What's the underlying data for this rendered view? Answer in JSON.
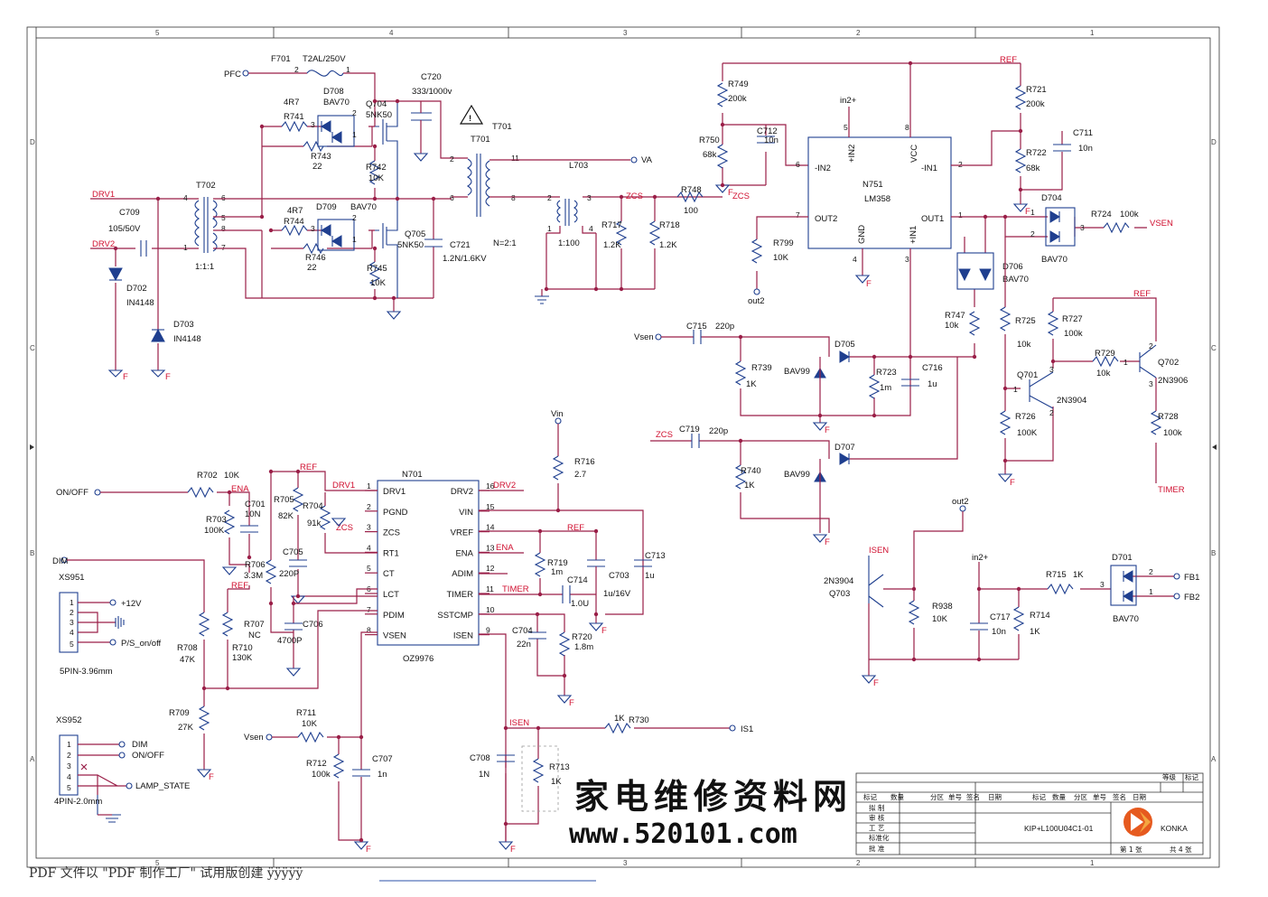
{
  "frame": {
    "column_markers": [
      "5",
      "4",
      "3",
      "2",
      "1"
    ],
    "row_markers": [
      "D",
      "C",
      "B",
      "A"
    ]
  },
  "nets": {
    "pfc": "PFC",
    "drv1": "DRV1",
    "drv2": "DRV2",
    "va": "VA",
    "zcs": "ZCS",
    "ref": "REF",
    "in2p": "in2+",
    "vsen_out": "VSEN",
    "vsen_in": "Vsen",
    "out2": "out2",
    "timer": "TIMER",
    "vin": "Vin",
    "ena": "ENA",
    "onoff": "ON/OFF",
    "dim": "DIM",
    "isen": "ISEN",
    "is1": "IS1",
    "fb1": "FB1",
    "fb2": "FB2"
  },
  "components": {
    "f701": "F701",
    "f701v": "T2AL/250V",
    "c720": "C720",
    "c720v": "333/1000v",
    "t701": "T701",
    "t701n": "N=2:1",
    "t702": "T702",
    "t702n": "1:1:1",
    "c709": "C709",
    "c709v": "105/50V",
    "d702": "D702",
    "d702v": "IN4148",
    "d703": "D703",
    "d703v": "IN4148",
    "r741v": "4R7",
    "r741": "R741",
    "r743": "R743",
    "r743v": "22",
    "d708": "D708",
    "d708v": "BAV70",
    "q704": "Q704",
    "q704v": "5NK50",
    "r742": "R742",
    "r742v": "10K",
    "r744v": "4R7",
    "r744": "R744",
    "r746": "R746",
    "r746v": "22",
    "d709": "D709",
    "d709v": "BAV70",
    "q705": "Q705",
    "q705v": "5NK50",
    "r745": "R745",
    "r745v": "10K",
    "c721": "C721",
    "c721v": "1.2N/1.6KV",
    "l703": "L703",
    "ct_ratio": "1:100",
    "r717": "R717",
    "r717v": "1.2K",
    "r718": "R718",
    "r718v": "1.2K",
    "r748": "R748",
    "r748v": "100",
    "r749": "R749",
    "r749v": "200k",
    "r750": "R750",
    "r750v": "68k",
    "c712": "C712",
    "c712v": "10n",
    "n751": "N751",
    "n751v": "LM358",
    "r799": "R799",
    "r799v": "10K",
    "r721": "R721",
    "r721v": "200k",
    "r722": "R722",
    "r722v": "68k",
    "c711": "C711",
    "c711v": "10n",
    "d704": "D704",
    "d704v": "BAV70",
    "r724": "R724",
    "r724v": "100k",
    "d706": "D706",
    "d706v": "BAV70",
    "r747": "R747",
    "r747v": "10k",
    "c715": "C715",
    "c715v": "220p",
    "r739": "R739",
    "r739v": "1K",
    "d705": "D705",
    "bav99": "BAV99",
    "r723": "R723",
    "r723v": "1m",
    "c716": "C716",
    "c716v": "1u",
    "c719": "C719",
    "c719v": "220p",
    "r740": "R740",
    "r740v": "1K",
    "d707": "D707",
    "r725": "R725",
    "r725v": "10k",
    "r727": "R727",
    "r727v": "100k",
    "r729": "R729",
    "r729v": "10k",
    "q701": "Q701",
    "q701v": "2N3904",
    "q702": "Q702",
    "q702v": "2N3906",
    "r726": "R726",
    "r726v": "100K",
    "r728": "R728",
    "r728v": "100k",
    "r702": "R702",
    "r702v": "10K",
    "c701": "C701",
    "c701v": "10N",
    "r703": "R703",
    "r703v": "100K",
    "r705": "R705",
    "r705v": "82K",
    "r704": "R704",
    "r704v": "91k",
    "r706": "R706",
    "r706v": "3.3M",
    "c705": "C705",
    "c705v": "220P",
    "r707": "R707",
    "r707v": "NC",
    "c706": "C706",
    "c706v": "4700P",
    "r708": "R708",
    "r708v": "47K",
    "r710": "R710",
    "r710v": "130K",
    "r709": "R709",
    "r709v": "27K",
    "n701": "N701",
    "n701v": "OZ9976",
    "r716": "R716",
    "r716v": "2.7",
    "r719": "R719",
    "r719v": "1m",
    "c714": "C714",
    "c714v": "1.0U",
    "c703": "C703",
    "c703v": "1u/16V",
    "c713": "C713",
    "c713v": "1u",
    "c704": "C704",
    "c704v": "22n",
    "r720": "R720",
    "r720v": "1.8m",
    "r711": "R711",
    "r711v": "10K",
    "r712": "R712",
    "r712v": "100k",
    "c707": "C707",
    "c707v": "1n",
    "c708": "C708",
    "c708v": "1N",
    "r713": "R713",
    "r713v": "1K",
    "r730": "R730",
    "r730v": "1K",
    "q703": "Q703",
    "q703v": "2N3904",
    "r938": "R938",
    "r938v": "10K",
    "c717": "C717",
    "c717v": "10n",
    "r714": "R714",
    "r714v": "1K",
    "r715": "R715",
    "r715v": "1K",
    "d701": "D701",
    "d701v": "BAV70"
  },
  "ic_pins": {
    "left": [
      {
        "num": "1",
        "name": "DRV1"
      },
      {
        "num": "2",
        "name": "PGND"
      },
      {
        "num": "3",
        "name": "ZCS"
      },
      {
        "num": "4",
        "name": "RT1"
      },
      {
        "num": "5",
        "name": "CT"
      },
      {
        "num": "6",
        "name": "LCT"
      },
      {
        "num": "7",
        "name": "PDIM"
      },
      {
        "num": "8",
        "name": "VSEN"
      }
    ],
    "right": [
      {
        "num": "16",
        "name": "DRV2"
      },
      {
        "num": "15",
        "name": "VIN"
      },
      {
        "num": "14",
        "name": "VREF"
      },
      {
        "num": "13",
        "name": "ENA"
      },
      {
        "num": "12",
        "name": "ADIM"
      },
      {
        "num": "11",
        "name": "TIMER"
      },
      {
        "num": "10",
        "name": "SSTCMP"
      },
      {
        "num": "9",
        "name": "ISEN"
      }
    ]
  },
  "opamp_pins": {
    "in2m": "-IN2",
    "in2p": "+IN2",
    "vcc": "VCC",
    "in1m": "-IN1",
    "out2": "OUT2",
    "gnd": "GND",
    "in1p": "+IN1",
    "out1": "OUT1"
  },
  "connectors": {
    "xs951": {
      "ref": "XS951",
      "type": "5PIN-3.96mm",
      "pins": [
        "1",
        "2",
        "3",
        "4",
        "5"
      ],
      "labels": [
        "+12V",
        "",
        "",
        "P/S_on/off"
      ]
    },
    "xs952": {
      "ref": "XS952",
      "type": "4PIN-2.0mm",
      "pins": [
        "1",
        "2",
        "3",
        "4",
        "5"
      ],
      "labels": [
        "DIM",
        "ON/OFF",
        "LAMP_STATE"
      ]
    }
  },
  "title_block": {
    "grade": "等级",
    "mark": "标记",
    "hdr": [
      "标记",
      "数量",
      "分区",
      "单号",
      "签名",
      "日期"
    ],
    "rows": [
      "拟 制",
      "审 核",
      "工 艺",
      "标准化",
      "批 准"
    ],
    "doc_no": "KIP+L100U04C1-01",
    "sheet": "第 1 张",
    "total": "共 4 张",
    "brand": "KONKA"
  },
  "watermark": {
    "cn": "家电维修资料网",
    "url": "www.520101.com"
  },
  "footer": "PDF 文件以 \"PDF 制作工厂\" 试用版创建  ÿÿÿÿÿ",
  "colors": {
    "wire": "#9a1f48",
    "component": "#1f3f8f",
    "net_label": "#d01030"
  }
}
